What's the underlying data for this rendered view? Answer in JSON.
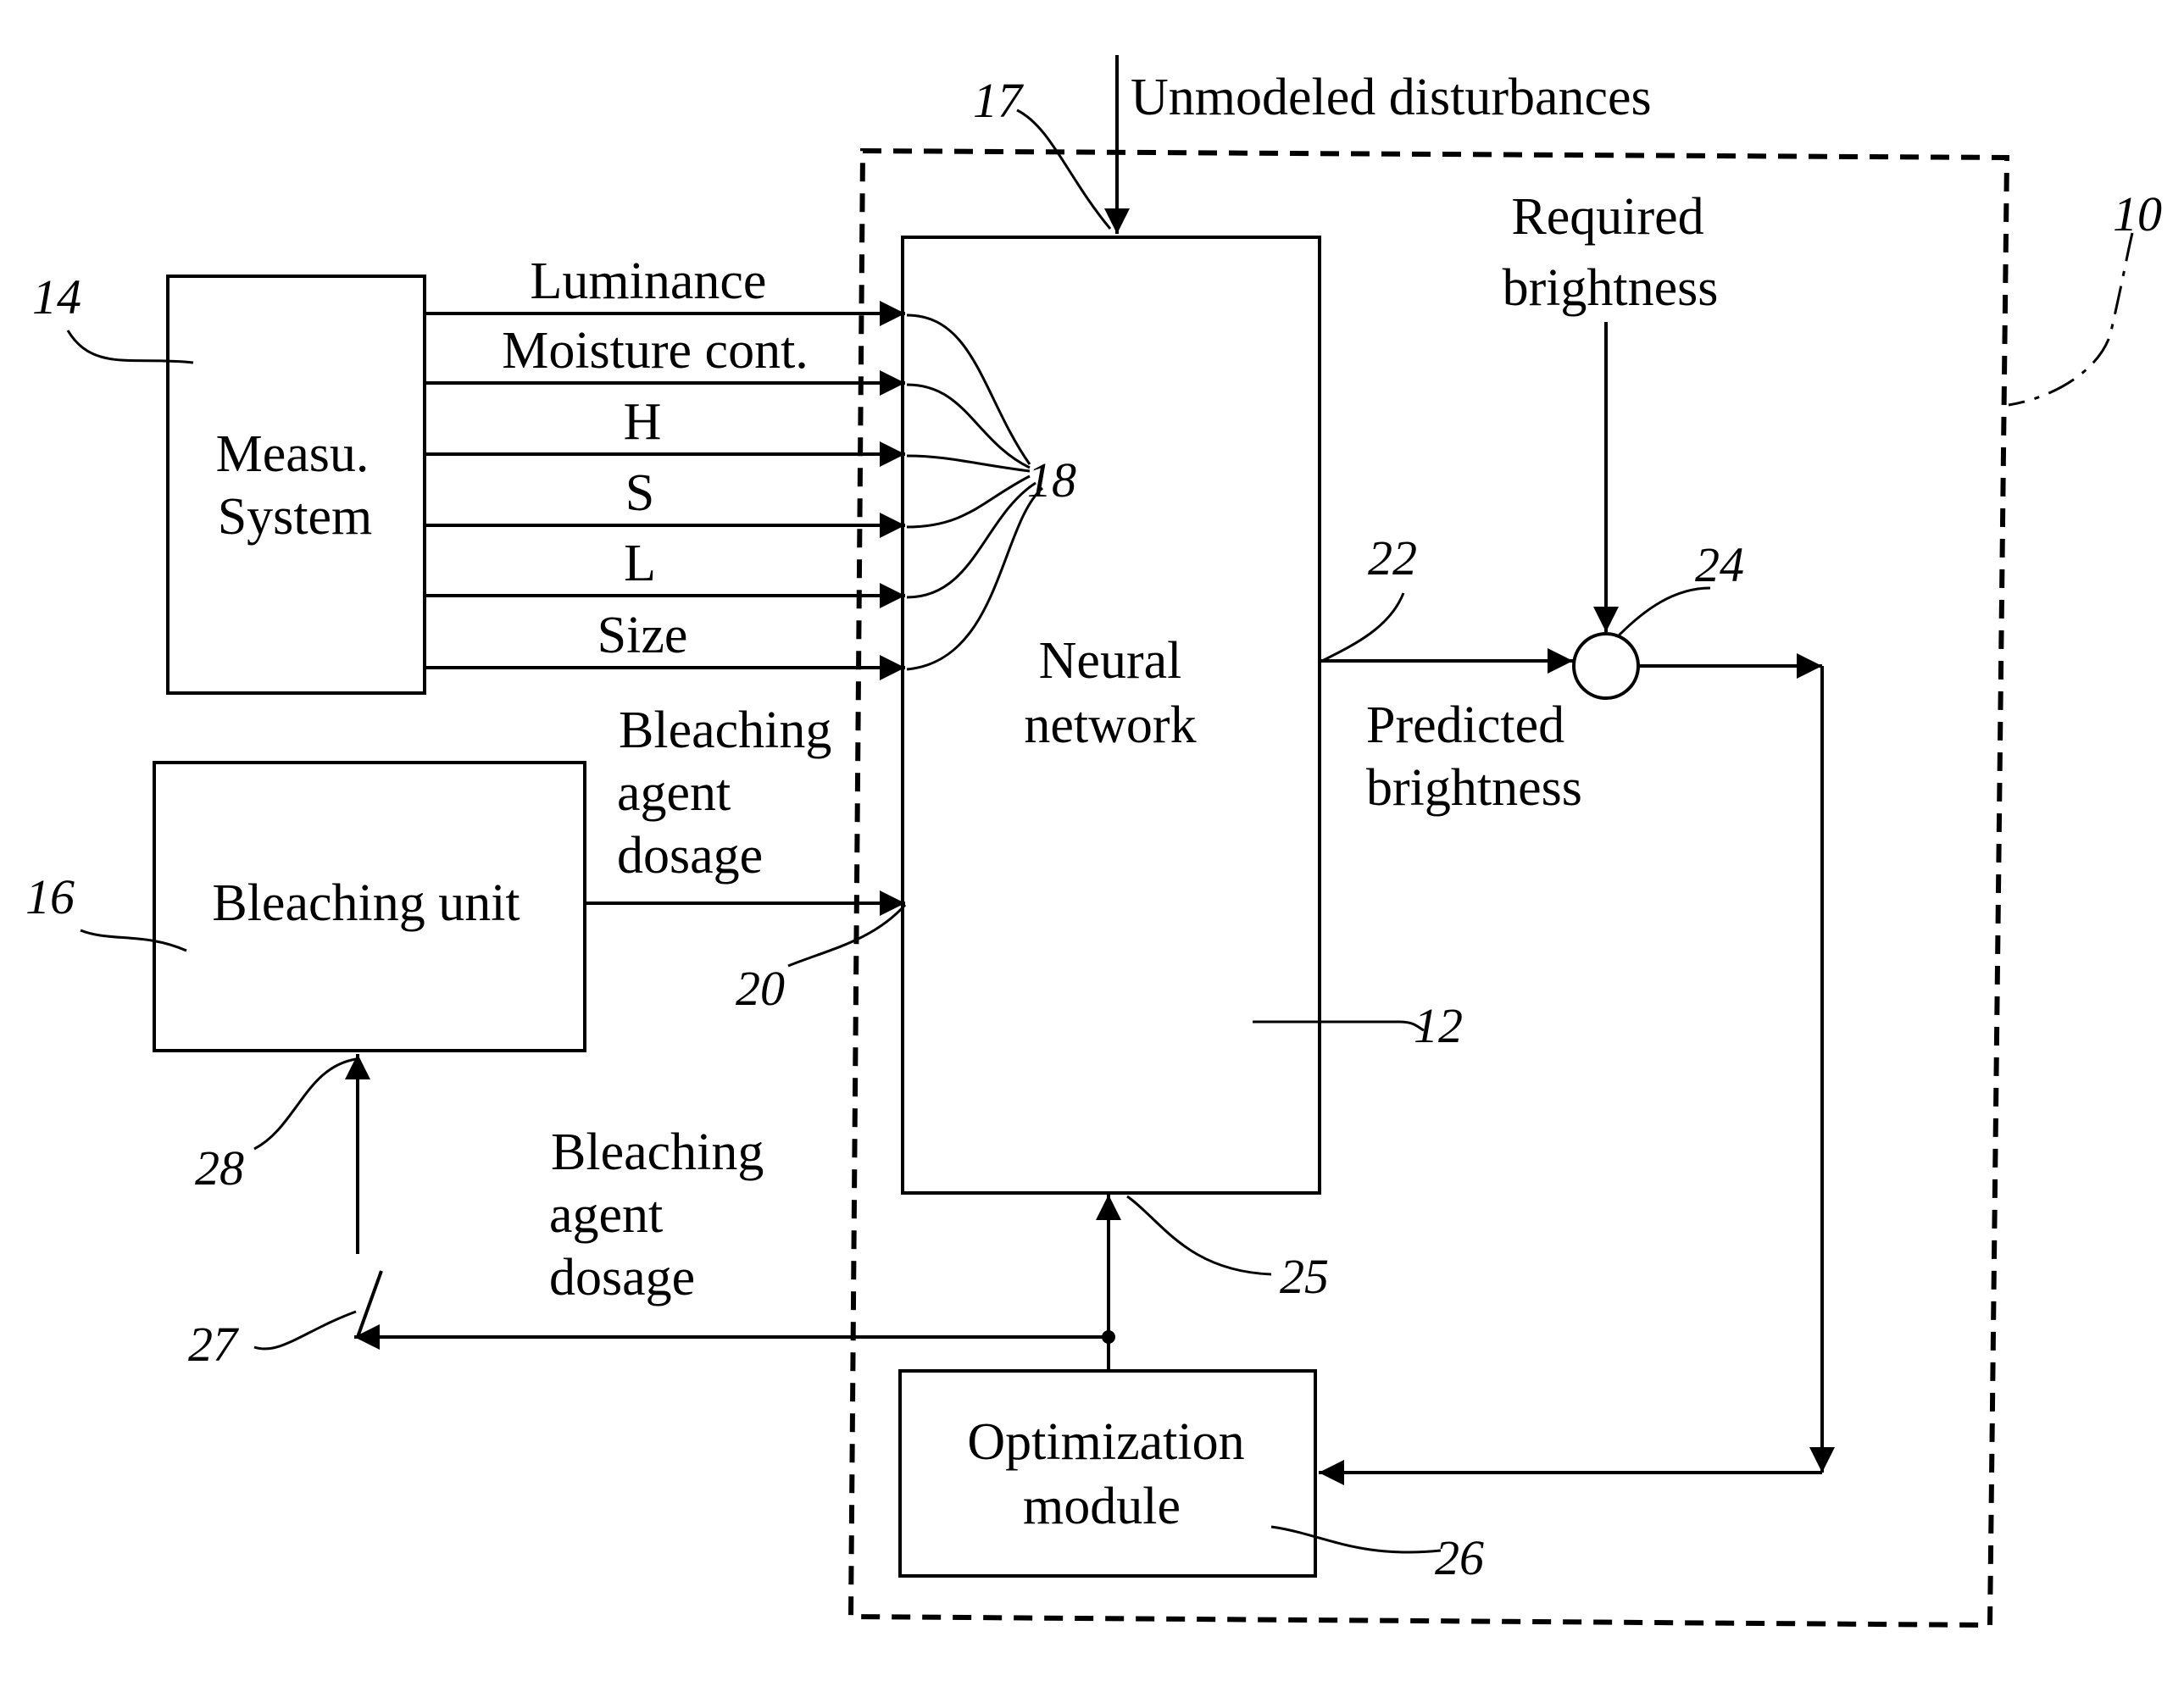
{
  "blocks": {
    "measurement_system": [
      "Measu.",
      "System"
    ],
    "bleaching_unit": "Bleaching  unit",
    "neural_network": [
      "Neural",
      "network"
    ],
    "optimization_module": [
      "Optimization",
      "module"
    ]
  },
  "signals": {
    "unmodeled_disturbances": "Unmodeled  disturbances",
    "inputs": [
      "Luminance",
      "Moisture  cont.",
      "H",
      "S",
      "L",
      "Size"
    ],
    "bleaching_agent_dosage_in": [
      "Bleaching",
      "agent",
      "dosage"
    ],
    "bleaching_agent_dosage_out": [
      "Bleaching",
      "agent",
      "dosage"
    ],
    "required_brightness": [
      "Required",
      "brightness"
    ],
    "predicted_brightness": [
      "Predicted",
      "brightness"
    ]
  },
  "reference_numerals": {
    "system": "10",
    "neural_network": "12",
    "measurement_system": "14",
    "bleaching_unit": "16",
    "disturbance_input": "17",
    "measurement_inputs": "18",
    "dosage_input": "20",
    "network_output": "22",
    "summing_junction": "24",
    "optimization_link": "25",
    "optimization_module": "26",
    "switch": "27",
    "bleaching_unit_input": "28"
  }
}
